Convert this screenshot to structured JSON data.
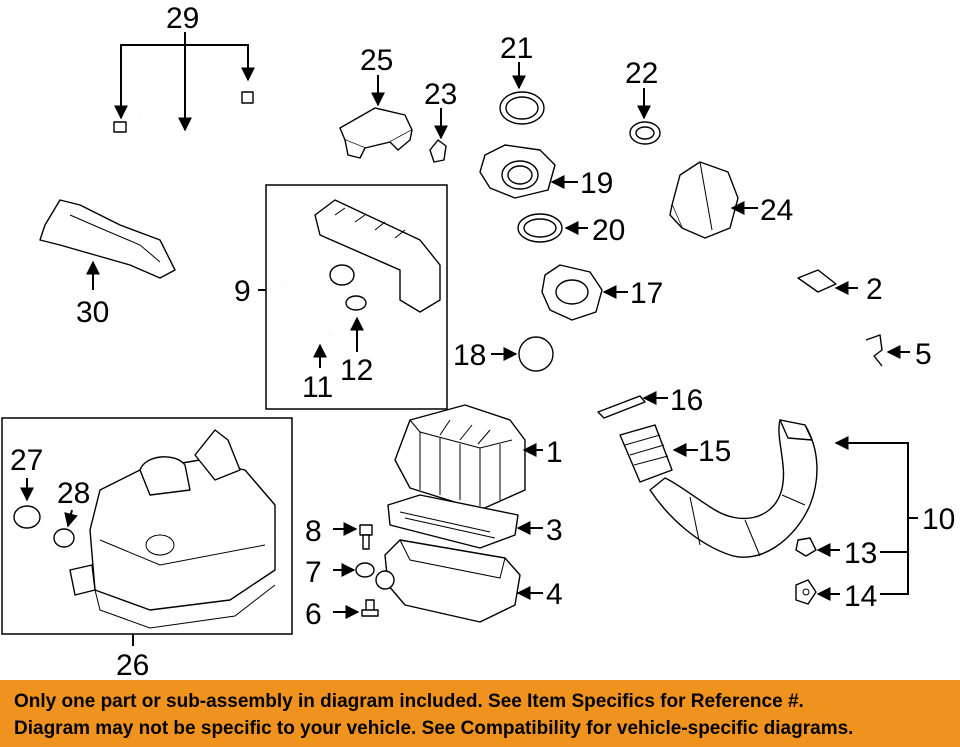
{
  "diagram": {
    "callouts": [
      "29",
      "25",
      "21",
      "23",
      "22",
      "19",
      "24",
      "20",
      "9",
      "30",
      "17",
      "2",
      "12",
      "11",
      "18",
      "5",
      "16",
      "1",
      "15",
      "27",
      "28",
      "10",
      "8",
      "3",
      "7",
      "13",
      "4",
      "6",
      "14",
      "26"
    ]
  },
  "banner": {
    "line1": "Only one part or sub-assembly in diagram included. See Item Specifics for Reference #.",
    "line2": "Diagram may not be specific to your vehicle. See Compatibility for vehicle-specific diagrams."
  },
  "colors": {
    "banner_bg": "#f0931e",
    "line": "#000000",
    "background": "#ffffff"
  }
}
